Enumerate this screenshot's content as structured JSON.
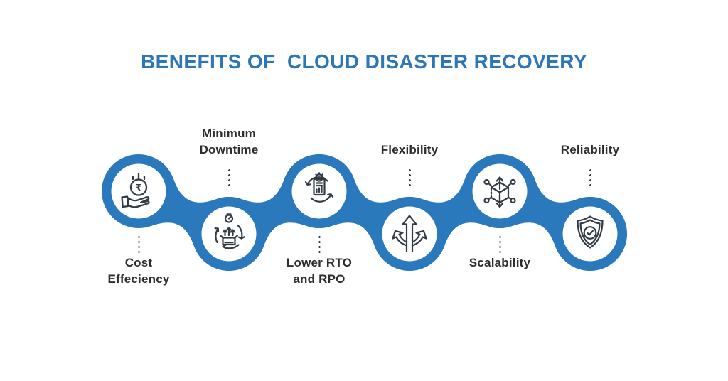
{
  "title": "BENEFITS OF  CLOUD DISASTER RECOVERY",
  "colors": {
    "chain": "#2b79bd",
    "title": "#2d76b8",
    "label": "#2d2d2d",
    "icon_stroke": "#333b44",
    "dot": "#3c3c3c",
    "background": "#ffffff"
  },
  "nodes": [
    {
      "id": "cost-efficiency",
      "icon": "rupee-hand-icon",
      "lines": [
        "Cost",
        "Effeciency"
      ]
    },
    {
      "id": "minimum-downtime",
      "icon": "restore-box-icon",
      "lines": [
        "Minimum",
        "Downtime"
      ]
    },
    {
      "id": "lower-rto-rpo",
      "icon": "rto-rpo-document-icon",
      "lines": [
        "Lower RTO",
        "and RPO"
      ]
    },
    {
      "id": "flexibility",
      "icon": "branching-arrows-icon",
      "lines": [
        "Flexibility"
      ]
    },
    {
      "id": "scalability",
      "icon": "cube-network-icon",
      "lines": [
        "Scalability"
      ]
    },
    {
      "id": "reliability",
      "icon": "shield-check-icon",
      "lines": [
        "Reliability"
      ]
    }
  ],
  "rupee_symbol": "₹"
}
